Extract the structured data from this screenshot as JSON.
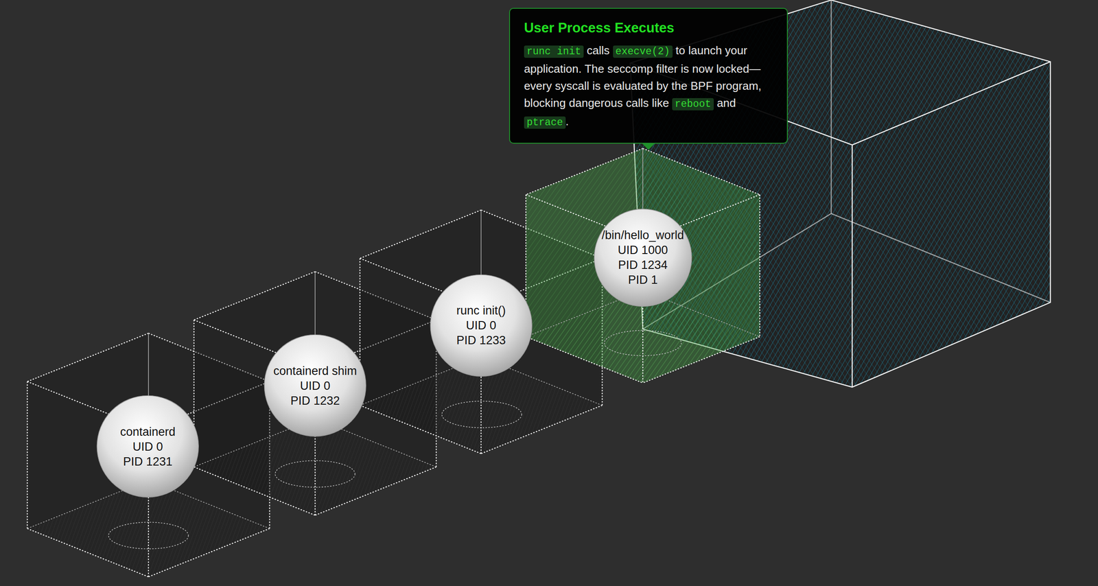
{
  "diagram": {
    "nodes": [
      {
        "text": [
          "containerd",
          "UID 0",
          "PID 1231"
        ]
      },
      {
        "text": [
          "containerd shim",
          "UID 0",
          "PID 1232"
        ]
      },
      {
        "text": [
          "runc init()",
          "UID 0",
          "PID 1233"
        ]
      },
      {
        "text": [
          "/bin/hello_world",
          "UID 1000",
          "PID 1234",
          "PID 1"
        ]
      },
      {
        "text": [
          "User Process Executes",
          "runc init",
          "calls",
          "execve(2)",
          "to launch your application. The seccomp filter is now locked—every syscall is evaluated by the BPF program, blocking dangerous calls like",
          "reboot",
          "and",
          "ptrace",
          "."
        ]
      }
    ]
  }
}
